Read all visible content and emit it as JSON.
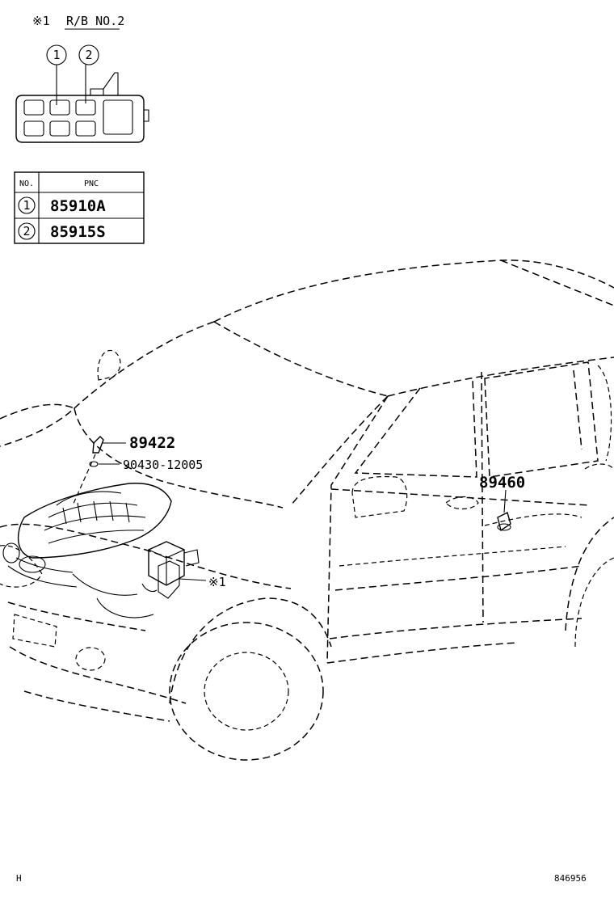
{
  "header": {
    "mark": "※1",
    "title": "R/B NO.2"
  },
  "relay_block": {
    "callouts": [
      "1",
      "2"
    ]
  },
  "pnc_table": {
    "col_no": "NO.",
    "col_pnc": "PNC",
    "rows": [
      {
        "no": "1",
        "pnc": "85910A"
      },
      {
        "no": "2",
        "pnc": "85915S"
      }
    ]
  },
  "parts": {
    "p89422": "89422",
    "p90430": "90430-12005",
    "p89460": "89460",
    "ref1": "※1"
  },
  "footer": {
    "left": "H",
    "right": "846956"
  }
}
